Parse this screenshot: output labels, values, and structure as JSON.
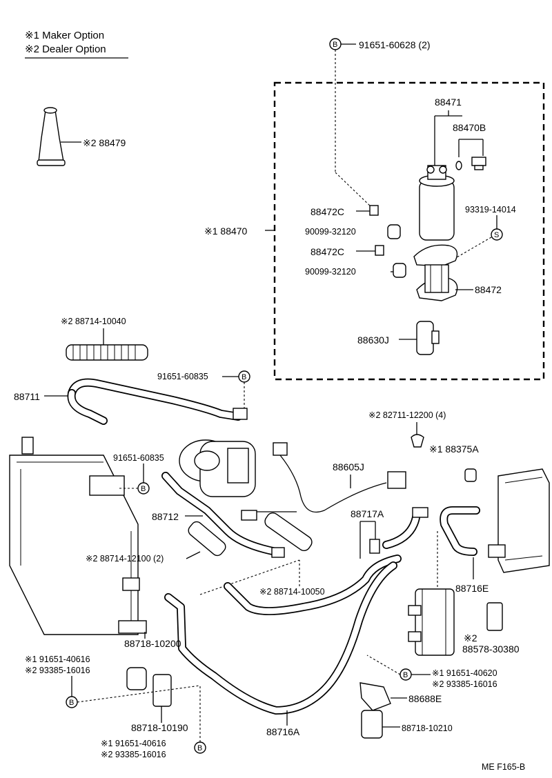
{
  "legend": {
    "line1": "※1 Maker Option",
    "line2": "※2 Dealer Option"
  },
  "labels": {
    "l01": "91651-60628 (2)",
    "l02": "88471",
    "l03": "88470B",
    "l04": "88472C",
    "l05": "93319-14014",
    "l06": "90099-32120",
    "l07": "※1 88470",
    "l08": "88472C",
    "l09": "90099-32120",
    "l10": "88472",
    "l11": "88630J",
    "l12": "※2 88479",
    "l13": "※2 88714-10040",
    "l14": "91651-60835",
    "l15": "88711",
    "l16": "※2 82711-12200 (4)",
    "l17": "※1 88375A",
    "l18": "91651-60835",
    "l19": "88605J",
    "l20": "88712",
    "l21": "88717A",
    "l22": "※2 88714-12100 (2)",
    "l23": "※2 88714-10050",
    "l24": "88716E",
    "l25": "88718-10200",
    "l26": "※2",
    "l27": "88578-30380",
    "l28": "※1 91651-40616",
    "l29": "※2 93385-16016",
    "l30": "※1 91651-40620",
    "l31": "※2 93385-16016",
    "l32": "88688E",
    "l33": "88718-10190",
    "l34": "88716A",
    "l35": "88718-10210",
    "l36": "※1 91651-40616",
    "l37": "※2 93385-16016",
    "l38": "ME  F165-B"
  },
  "markers": {
    "bolt": "B",
    "screw": "S"
  }
}
